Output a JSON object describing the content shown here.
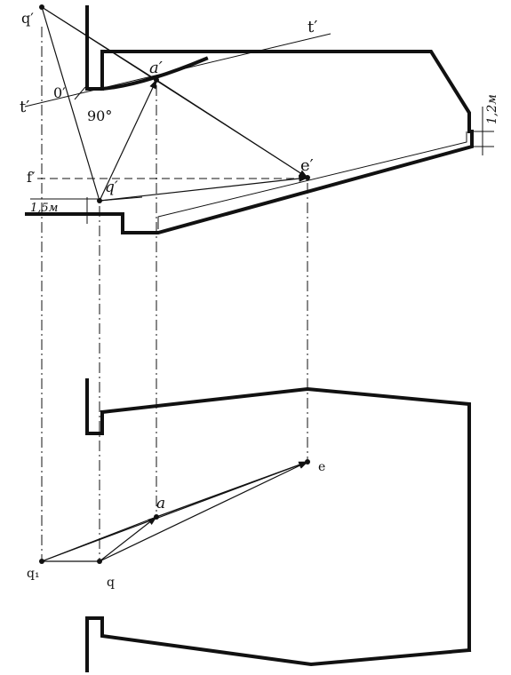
{
  "labels": {
    "q_prime": "q′",
    "t_prime_right": "t′",
    "t_prime_left": "t′",
    "a_prime": "a′",
    "zero_prime": "0′",
    "angle": "90°",
    "height_dim": "1,2м",
    "f_prime": "f′",
    "e_prime": "e′",
    "q_prime_low": "q′",
    "offset_dim": "1,5м",
    "e": "e",
    "a": "a",
    "q1": "q₁",
    "q": "q"
  }
}
